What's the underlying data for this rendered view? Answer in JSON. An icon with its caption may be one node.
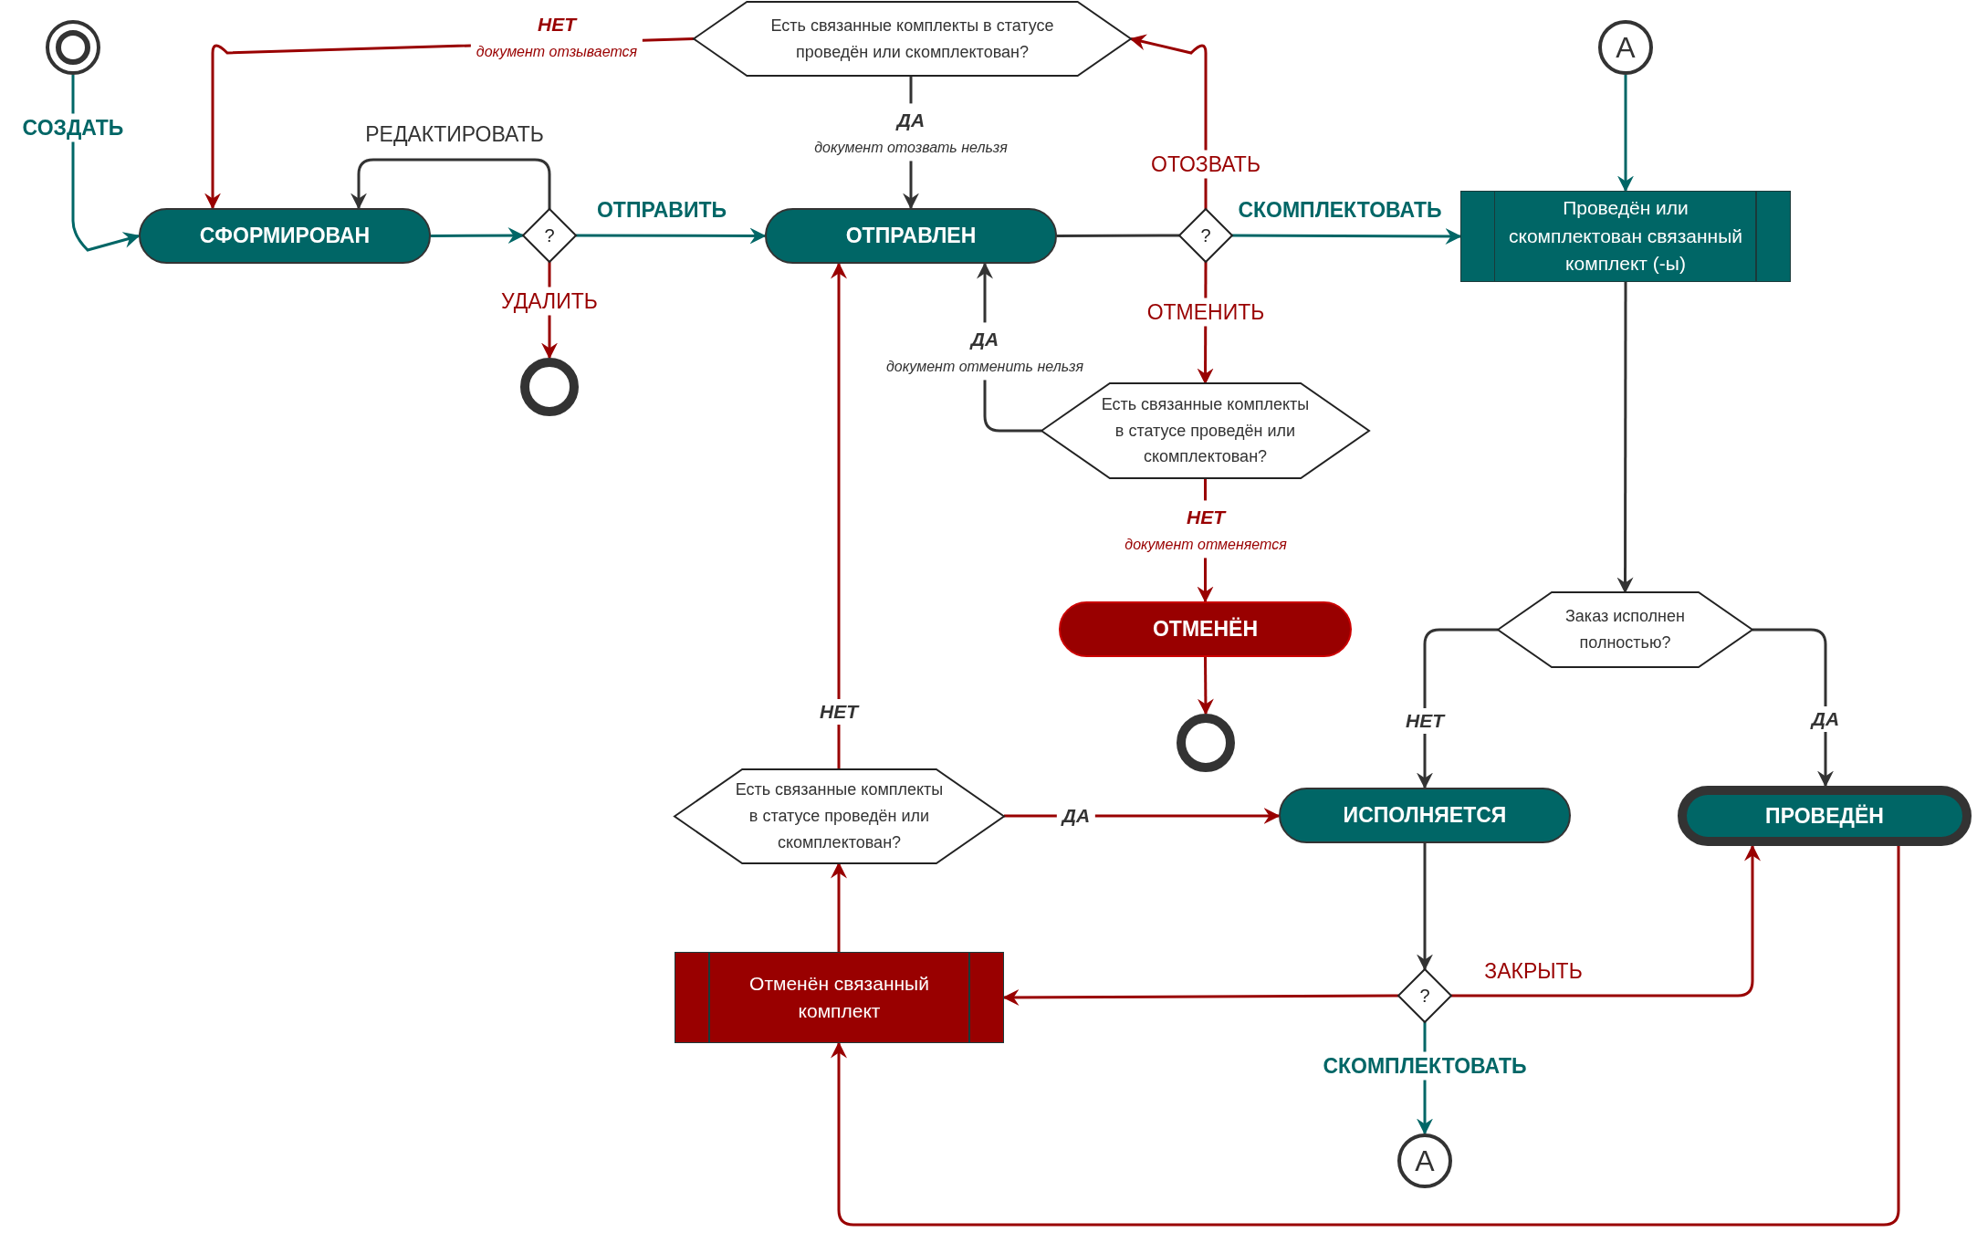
{
  "diagram": {
    "nodes": [
      {
        "text": [],
        "shape": "circle"
      },
      {
        "text": [
          "СФОРМИРОВАН"
        ]
      },
      {
        "text": [
          "?"
        ]
      },
      {
        "text": [],
        "shape": "circle"
      },
      {
        "text": [
          "ОТПРАВЛЕН"
        ]
      },
      {
        "text": [
          "Есть связанные комплекты в статусе проведён или скомплектован?"
        ]
      },
      {
        "text": [
          "?"
        ]
      },
      {
        "text": [
          "Есть связанные комплекты в статусе проведён или скомплектован?"
        ]
      },
      {
        "text": [
          "ОТМЕНЁН"
        ]
      },
      {
        "text": [],
        "shape": "circle"
      },
      {
        "text": [
          "A"
        ]
      },
      {
        "text": [
          "Проведён или скомплектован связанный комплект (-ы)"
        ]
      },
      {
        "text": [
          "Заказ исполнен полностью?"
        ]
      },
      {
        "text": [
          "ИСПОЛНЯЕТСЯ"
        ]
      },
      {
        "text": [
          "ПРОВЕДЁН"
        ]
      },
      {
        "text": [
          "Есть связанные комплекты в статусе проведён или скомплектован?"
        ]
      },
      {
        "text": [
          "Отменён связанный комплект"
        ]
      },
      {
        "text": [
          "?"
        ]
      },
      {
        "text": [
          "A"
        ]
      }
    ],
    "edges": [
      {
        "from": 0,
        "to": 1,
        "arrow": "to",
        "label": "СОЗДАТЬ",
        "color": "#006666"
      },
      {
        "from": 1,
        "to": 2,
        "arrow": "to",
        "color": "#006666"
      },
      {
        "from": 2,
        "to": 1,
        "arrow": "to",
        "label": "РЕДАКТИРОВАТЬ",
        "color": "#333333"
      },
      {
        "from": 2,
        "to": 4,
        "arrow": "to",
        "label": "ОТПРАВИТЬ",
        "color": "#006666"
      },
      {
        "from": 2,
        "to": 3,
        "arrow": "to",
        "label": "УДАЛИТЬ"
      },
      {
        "from": 4,
        "to": 6,
        "arrow": "none",
        "color": "#333333"
      },
      {
        "from": 6,
        "to": 5,
        "arrow": "to",
        "label": "ОТОЗВАТЬ"
      },
      {
        "from": 5,
        "to": 1,
        "arrow": "to",
        "label": "**НЕТ** документ отзывается"
      },
      {
        "from": 5,
        "to": 4,
        "arrow": "to",
        "label": "**ДА** документ отозвать нельзя",
        "color": "#333333"
      },
      {
        "from": 6,
        "to": 11,
        "arrow": "to",
        "label": "СКОМПЛЕКТОВАТЬ",
        "color": "#006666"
      },
      {
        "from": 6,
        "to": 7,
        "arrow": "to",
        "label": "ОТМЕНИТЬ"
      },
      {
        "from": 7,
        "to": 4,
        "arrow": "to",
        "label": "**ДА** документ отменить нельзя",
        "color": "#333333"
      },
      {
        "from": 7,
        "to": 8,
        "arrow": "to",
        "label": "**НЕТ** документ отменяется"
      },
      {
        "from": 8,
        "to": 9,
        "arrow": "to"
      },
      {
        "from": 10,
        "to": 11,
        "arrow": "to",
        "color": "#006666"
      },
      {
        "from": 11,
        "to": 12,
        "arrow": "to",
        "color": "#333333"
      },
      {
        "from": 12,
        "to": 13,
        "arrow": "to",
        "label": "НЕТ",
        "color": "#333333"
      },
      {
        "from": 12,
        "to": 14,
        "arrow": "to",
        "label": "ДА",
        "color": "#333333"
      },
      {
        "from": 13,
        "to": 17,
        "arrow": "to",
        "color": "#333333"
      },
      {
        "from": 17,
        "to": 16,
        "arrow": "to"
      },
      {
        "from": 17,
        "to": 14,
        "arrow": "to",
        "label": "ЗАКРЫТЬ"
      },
      {
        "from": 17,
        "to": 18,
        "arrow": "to",
        "label": "СКОМПЛЕКТОВАТЬ",
        "color": "#006666"
      },
      {
        "from": 14,
        "to": 16,
        "arrow": "to"
      },
      {
        "from": 16,
        "to": 15,
        "arrow": "to"
      },
      {
        "from": 15,
        "to": 4,
        "arrow": "to",
        "label": "НЕТ"
      },
      {
        "from": 15,
        "to": 13,
        "arrow": "to",
        "label": "ДА"
      }
    ]
  }
}
